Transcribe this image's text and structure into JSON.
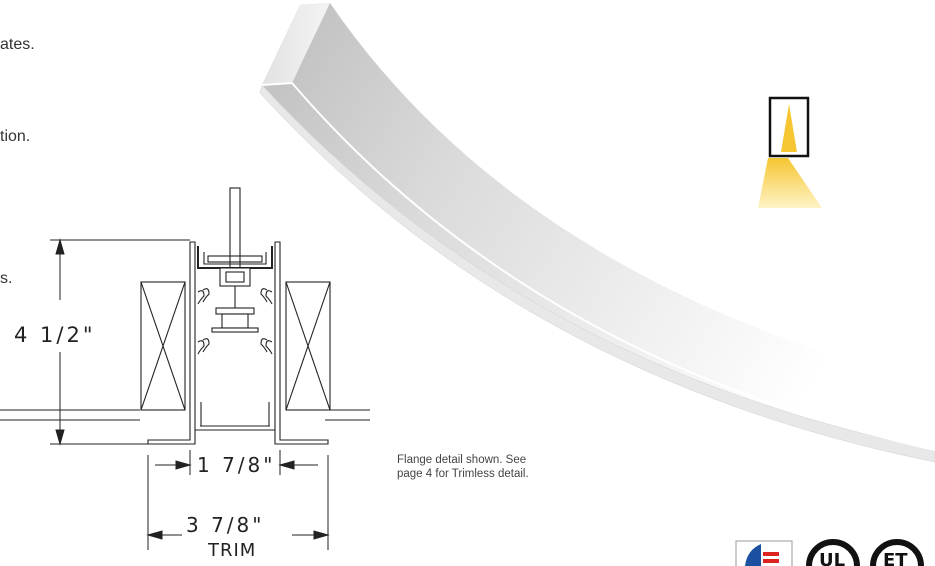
{
  "fragments": {
    "line1": "ates.",
    "line2": "tion.",
    "line3": "s."
  },
  "dimensions": {
    "height": "4 1/2\"",
    "inner_width": "1 7/8\"",
    "outer_width": "3 7/8\"",
    "trim_label": "TRIM"
  },
  "caption": {
    "line1": "Flange detail shown.  See",
    "line2": "page 4 for Trimless detail."
  },
  "colors": {
    "line": "#222222",
    "light_beam": "#f5c631",
    "product_gradient_start": "#c7c7c7",
    "product_gradient_end": "#ffffff"
  },
  "badges": [
    {
      "icon": "energy-star-flag-icon"
    },
    {
      "icon": "ul-certification-icon"
    },
    {
      "icon": "etl-certification-icon"
    }
  ]
}
